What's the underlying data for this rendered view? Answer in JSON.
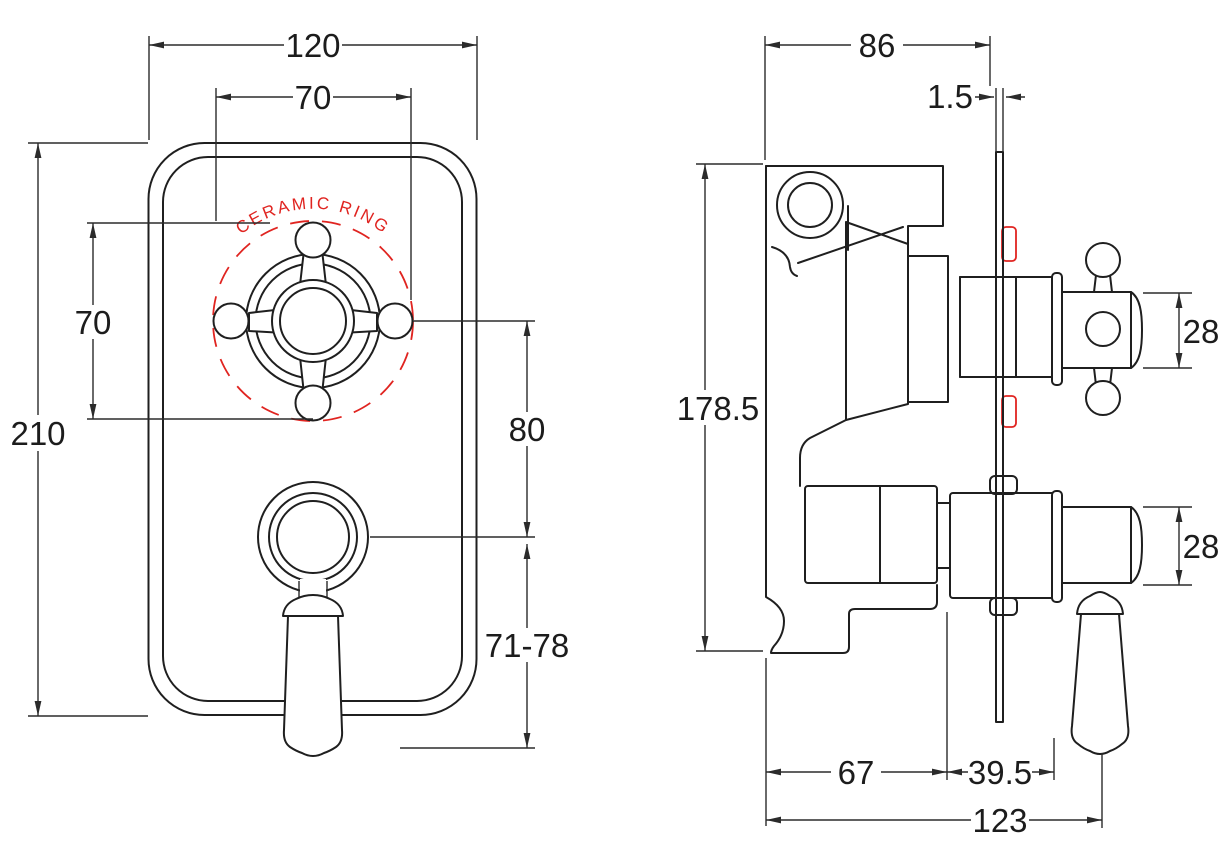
{
  "drawing": {
    "type": "technical-dimension-drawing",
    "subject": "concealed-twin-shower-valve",
    "line_color": "#1f1f1f",
    "annotation_color": "#e02420",
    "background_color": "#ffffff",
    "front_view": {
      "annotation_ceramic_ring": "CERAMIC RING",
      "dim_plate_width": "120",
      "dim_handle_span_width": "70",
      "dim_handle_span_height": "70",
      "dim_plate_height": "210",
      "dim_handle_center_spacing": "80",
      "dim_lever_drop": "71-78"
    },
    "side_view": {
      "dim_body_depth": "86",
      "dim_plate_thickness": "1.5",
      "dim_body_height": "178.5",
      "dim_top_handle_dia": "28",
      "dim_bottom_handle_dia": "28",
      "dim_wall_to_plate_depth": "67",
      "dim_plate_to_handle_depth": "39.5",
      "dim_overall_depth": "123"
    }
  }
}
